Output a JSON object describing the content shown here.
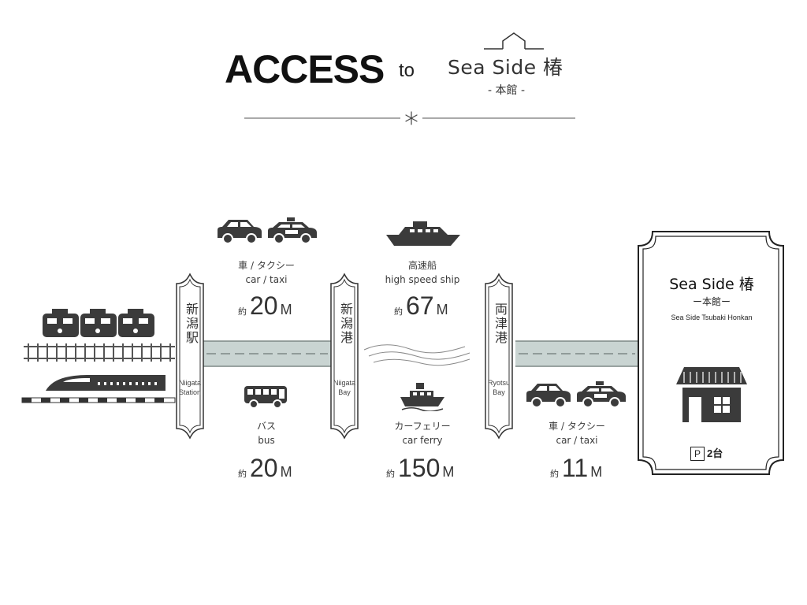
{
  "header": {
    "title": "ACCESS",
    "connector": "to",
    "brand_name": "Sea Side 椿",
    "brand_sub": "- 本館 -"
  },
  "stations": [
    {
      "ja": "新潟駅",
      "en": "Niigata Station"
    },
    {
      "ja": "新潟港",
      "en": "Niigata Bay"
    },
    {
      "ja": "両津港",
      "en": "Ryotsu Bay"
    }
  ],
  "routes": {
    "car_taxi_1": {
      "ja": "車 / タクシー",
      "en": "car / taxi",
      "prefix": "約",
      "value": "20",
      "unit": "M"
    },
    "bus": {
      "ja": "バス",
      "en": "bus",
      "prefix": "約",
      "value": "20",
      "unit": "M"
    },
    "high_speed_ship": {
      "ja": "高速船",
      "en": "high speed ship",
      "prefix": "約",
      "value": "67",
      "unit": "M"
    },
    "car_ferry": {
      "ja": "カーフェリー",
      "en": "car ferry",
      "prefix": "約",
      "value": "150",
      "unit": "M"
    },
    "car_taxi_2": {
      "ja": "車 / タクシー",
      "en": "car / taxi",
      "prefix": "約",
      "value": "11",
      "unit": "M"
    }
  },
  "destination": {
    "name": "Sea Side 椿",
    "sub": "ー本館ー",
    "en": "Sea Side Tsubaki Honkan",
    "parking_icon": "P",
    "parking_text": "2台"
  },
  "icons": [
    "train-icon",
    "shinkansen-icon",
    "car-icon",
    "taxi-icon",
    "bus-icon",
    "ship-icon",
    "ferry-icon",
    "house-icon",
    "snowflake-icon"
  ],
  "colors": {
    "road": "#c9d4d2",
    "ink": "#3b3b3b"
  }
}
